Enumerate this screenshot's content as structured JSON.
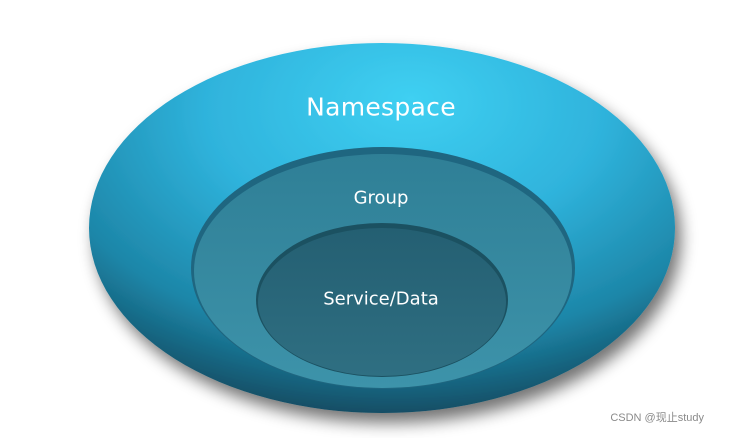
{
  "diagram": {
    "levels": [
      {
        "label": "Namespace",
        "color": "#36c1e6"
      },
      {
        "label": "Group",
        "color": "#3a8ea6"
      },
      {
        "label": "Service/Data",
        "color": "#2e6d80"
      }
    ]
  },
  "watermark": "CSDN @现止study"
}
